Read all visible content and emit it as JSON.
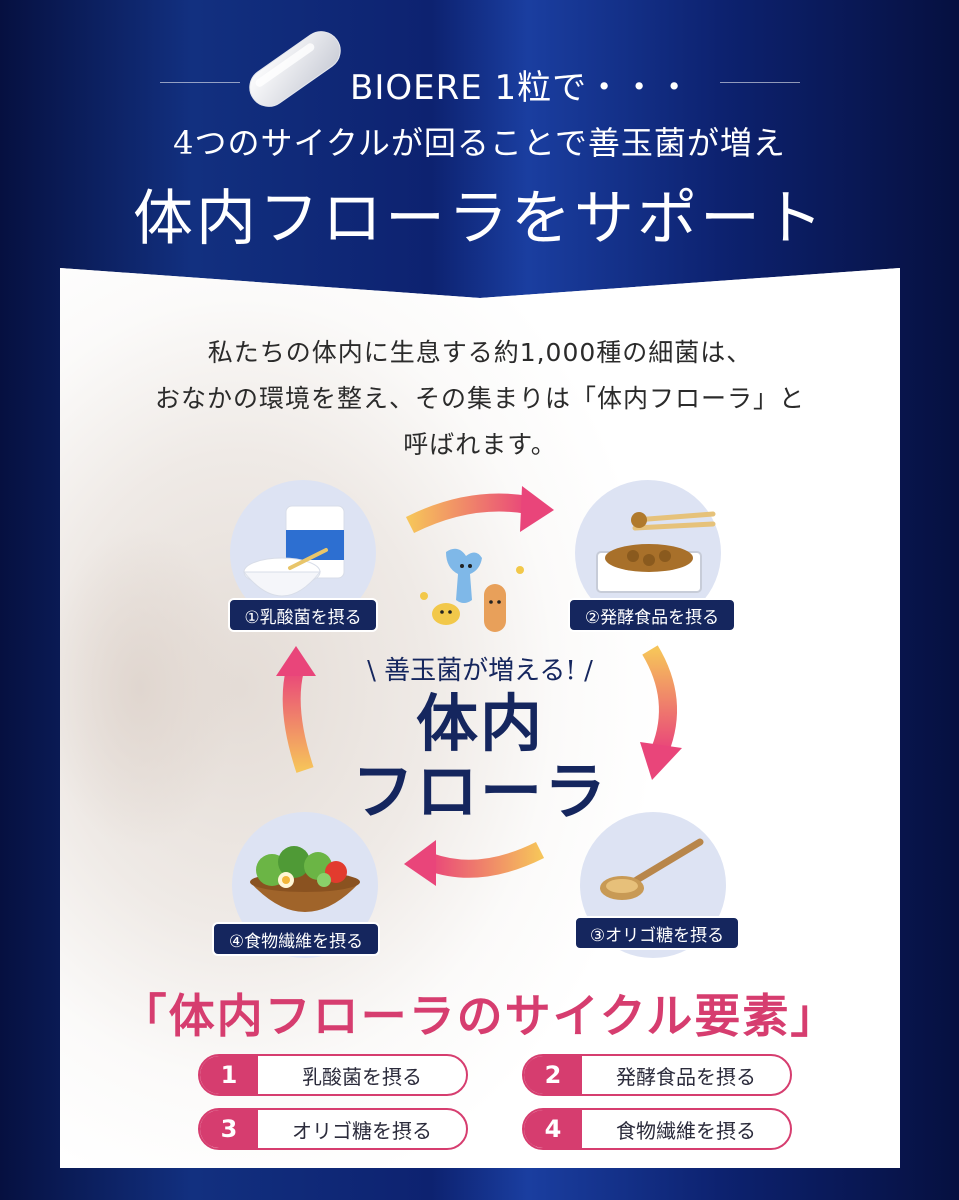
{
  "header": {
    "brand": "BIOERE 1粒で・・・",
    "subtitle": "4つのサイクルが回ることで善玉菌が増え",
    "title": "体内フローラをサポート"
  },
  "intro": {
    "line1": "私たちの体内に生息する約1,000種の細菌は、",
    "line2": "おなかの環境を整え、その集まりは「体内フローラ」と",
    "line3": "呼ばれます。"
  },
  "cycle": {
    "steps": [
      {
        "label": "①乳酸菌を摂る",
        "icon": "yogurt-icon"
      },
      {
        "label": "②発酵食品を摂る",
        "icon": "natto-icon"
      },
      {
        "label": "③オリゴ糖を摂る",
        "icon": "spoon-icon"
      },
      {
        "label": "④食物繊維を摂る",
        "icon": "salad-icon"
      }
    ],
    "center_tag": "\\ 善玉菌が増える! /",
    "center_title_1": "体内",
    "center_title_2": "フローラ"
  },
  "elements": {
    "title": "「体内フローラのサイクル要素」",
    "items": [
      {
        "num": "1",
        "label": "乳酸菌を摂る"
      },
      {
        "num": "2",
        "label": "発酵食品を摂る"
      },
      {
        "num": "3",
        "label": "オリゴ糖を摂る"
      },
      {
        "num": "4",
        "label": "食物繊維を摂る"
      }
    ]
  },
  "colors": {
    "navy": "#15265e",
    "pink": "#d63d6f",
    "arrow_start": "#f6c45a",
    "arrow_end": "#e9457a"
  }
}
